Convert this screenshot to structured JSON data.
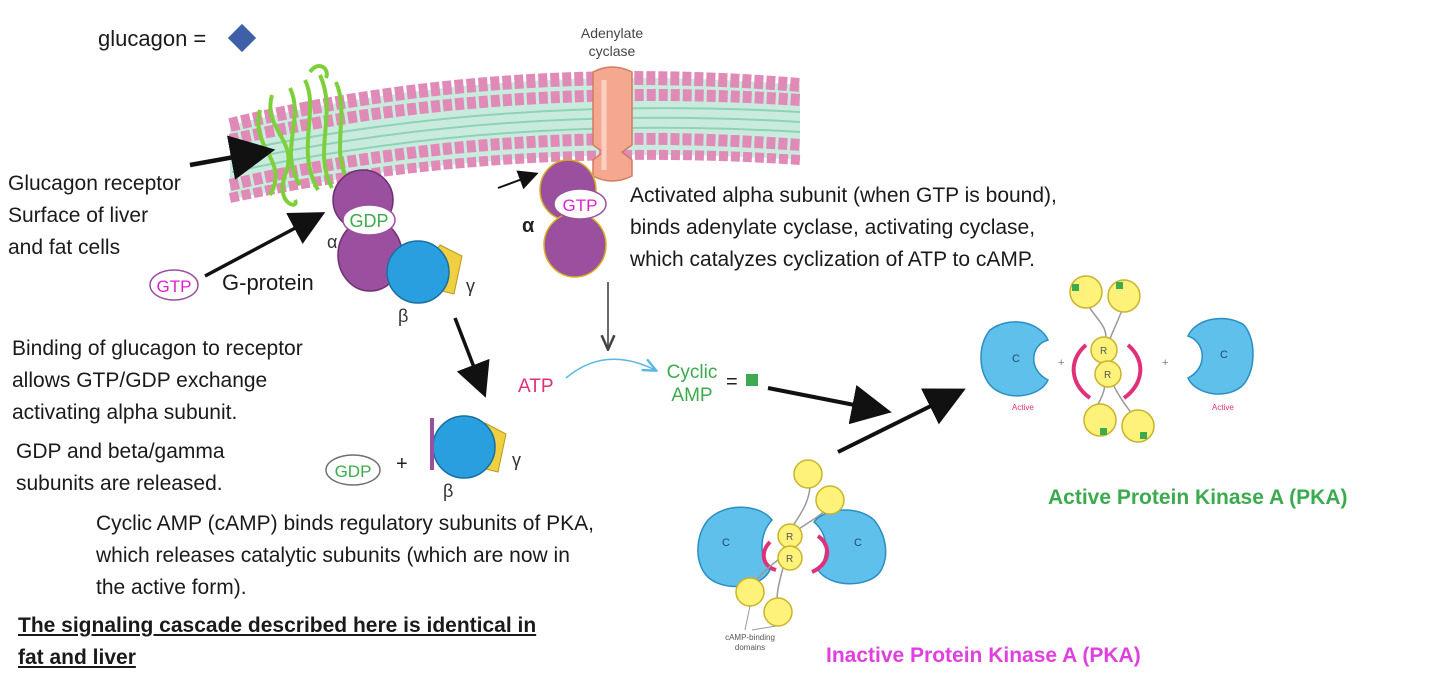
{
  "legend": {
    "glucagon_label": "glucagon ="
  },
  "membrane": {
    "enzyme_label_line1": "Adenylate",
    "enzyme_label_line2": "cyclase"
  },
  "receptor": {
    "lines": [
      "Glucagon receptor",
      "Surface of liver",
      "and fat cells"
    ]
  },
  "gprotein": {
    "label": "G-protein",
    "gdp": "GDP",
    "gtp": "GTP",
    "alpha": "α",
    "beta": "β",
    "gamma": "γ",
    "free_gtp": "GTP"
  },
  "activated": {
    "alpha": "α",
    "gtp": "GTP",
    "lines": [
      "Activated alpha subunit (when GTP is bound),",
      "binds adenylate cyclase, activating cyclase,",
      "which catalyzes cyclization of ATP to cAMP."
    ]
  },
  "binding_text": [
    "Binding of glucagon to receptor",
    "allows GTP/GDP exchange",
    "activating alpha subunit."
  ],
  "release_text": [
    "GDP and beta/gamma",
    "subunits are released."
  ],
  "released": {
    "gdp": "GDP",
    "plus": "+",
    "beta": "β",
    "gamma": "γ"
  },
  "reaction": {
    "atp": "ATP",
    "camp_line1": "Cyclic",
    "camp_line2": "AMP",
    "equals": "="
  },
  "camp_text": [
    "Cyclic AMP (cAMP) binds regulatory subunits of PKA,",
    "which releases catalytic subunits (which are now in",
    "the active form)."
  ],
  "footnote": [
    "The signaling cascade described here is identical in",
    "fat and liver"
  ],
  "pka": {
    "active_title": "Active Protein Kinase A (PKA)",
    "inactive_title": "Inactive Protein Kinase A (PKA)",
    "c": "C",
    "r": "R",
    "plus": "+",
    "active_small": "Active",
    "binding_domains_line1": "cAMP-binding",
    "binding_domains_line2": "domains"
  },
  "colors": {
    "glucagon": "#3f5fa8",
    "camp": "#3caa4e",
    "gtp": "#e020d0",
    "gdp_text": "#3caa4e",
    "membrane_head": "#e08ab8",
    "membrane_tail": "#b9e4d4",
    "alpha": "#9b4f9f",
    "beta": "#2a9fe0",
    "gamma": "#f0d040",
    "cyclase": "#f4a890",
    "pka_c": "#60c0ec",
    "pka_r": "#fff27a",
    "receptor": "#7ed03a",
    "linker": "#e0307a"
  }
}
